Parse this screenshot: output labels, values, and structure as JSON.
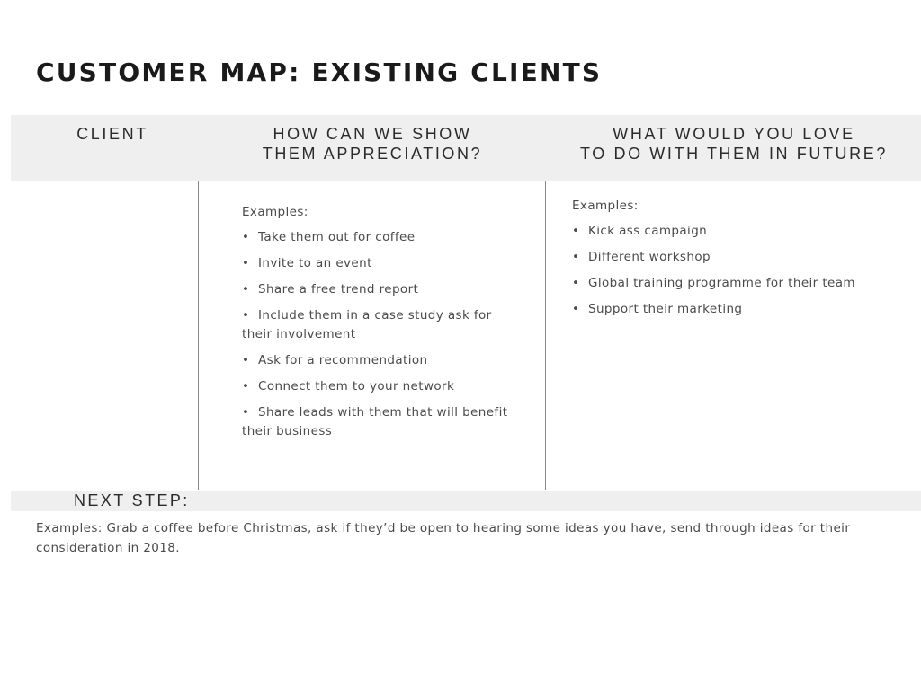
{
  "title": "CUSTOMER MAP: EXISTING CLIENTS",
  "columns": {
    "client": {
      "line1": "CLIENT"
    },
    "appreciation": {
      "line1": "HOW CAN WE SHOW",
      "line2": "THEM APPRECIATION?"
    },
    "future": {
      "line1": "WHAT WOULD YOU LOVE",
      "line2": "TO DO WITH THEM IN FUTURE?"
    }
  },
  "appreciation_cell": {
    "label": "Examples:",
    "items": [
      "Take them out for coffee",
      "Invite to an event",
      "Share a free trend report",
      "Include them in a case study ask for their involvement",
      "Ask for a recommendation",
      "Connect them to your network",
      "Share leads with them that will benefit their business"
    ]
  },
  "future_cell": {
    "label": "Examples:",
    "items": [
      "Kick ass campaign",
      "Different workshop",
      "Global training programme for their team",
      "Support their marketing"
    ]
  },
  "next_step": {
    "label": "NEXT STEP:",
    "text": "Examples: Grab a coffee before Christmas, ask if they’d be open to hearing some ideas you have, send through ideas for their consideration in 2018."
  },
  "bullet_glyph": "•",
  "colors": {
    "band": "#efefef",
    "title": "#1a1a1a",
    "text": "#4a4a4a",
    "divider": "#8a8a8a"
  }
}
